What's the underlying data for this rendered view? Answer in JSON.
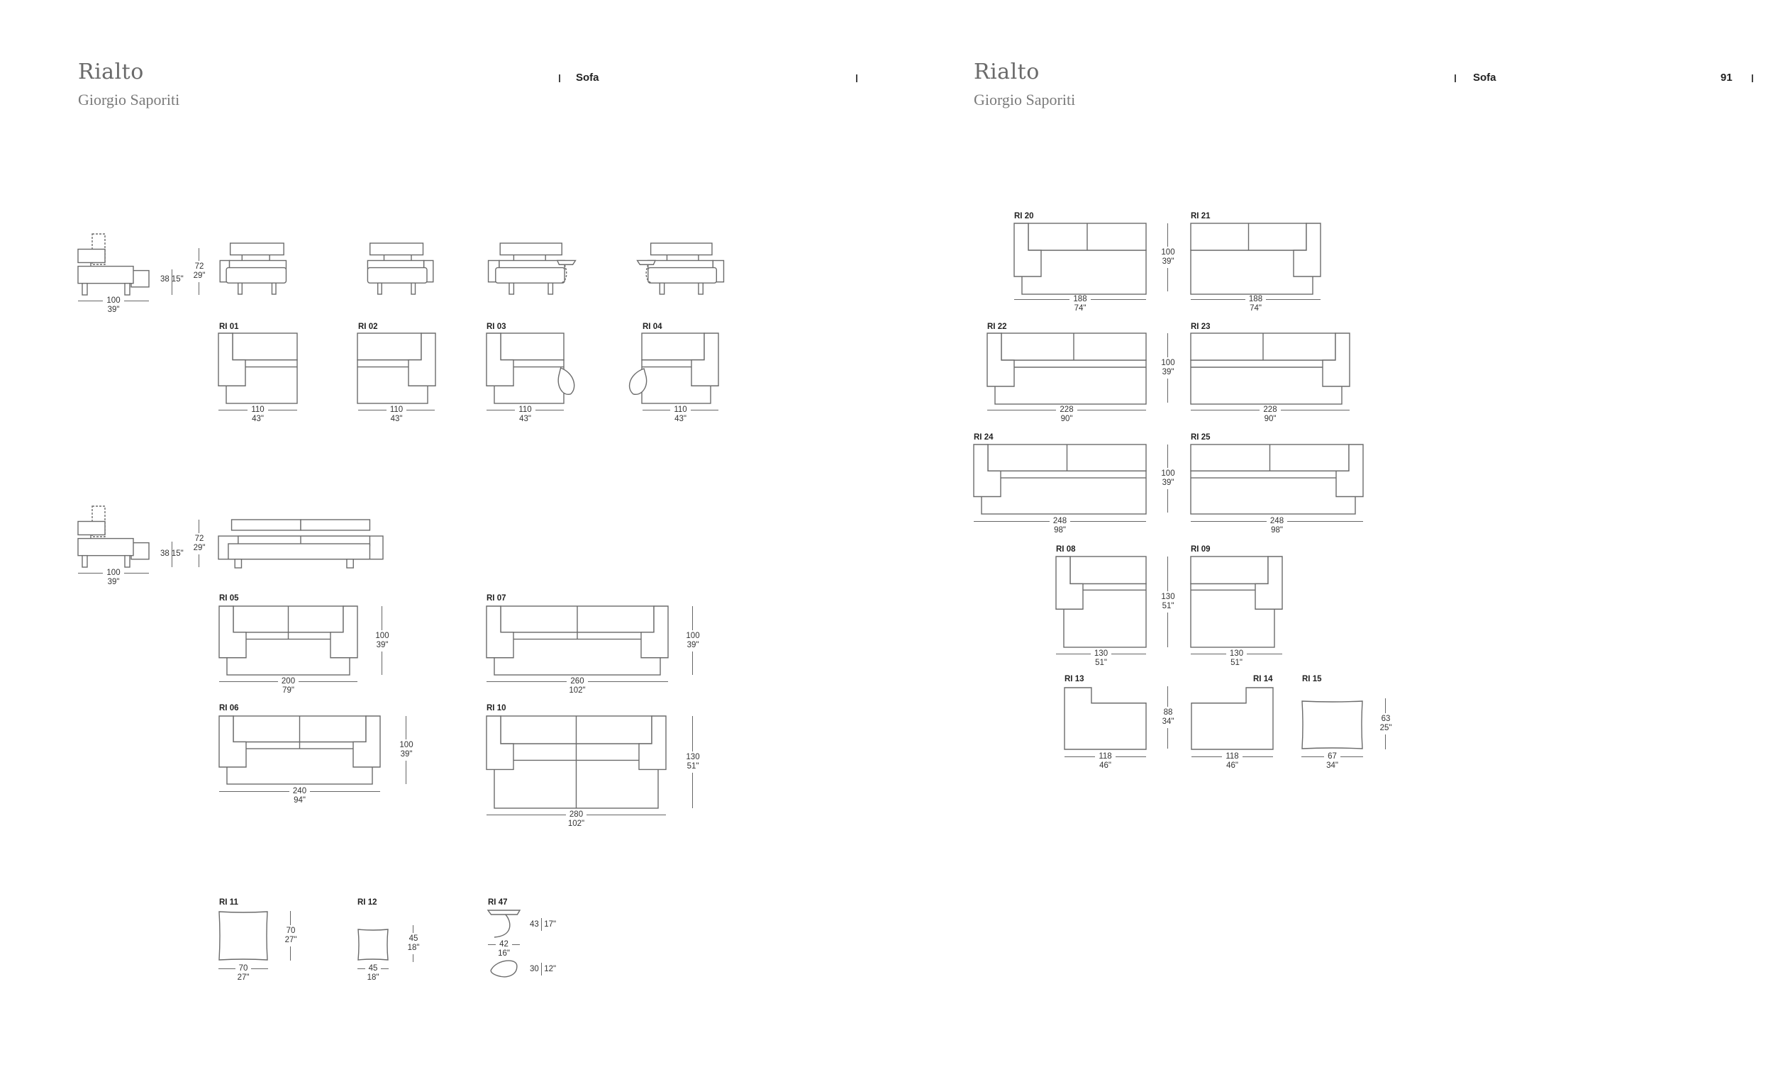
{
  "header": {
    "left": {
      "title": "Rialto",
      "designer": "Giorgio Saporiti",
      "section": "Sofa"
    },
    "right": {
      "title": "Rialto",
      "designer": "Giorgio Saporiti",
      "section": "Sofa",
      "page_number": "91"
    }
  },
  "side_views": [
    {
      "depth_cm": "100",
      "depth_in": "39\"",
      "seat_height_cm": "38",
      "seat_height_in": "15\"",
      "height_cm": "72",
      "height_in": "29\""
    },
    {
      "depth_cm": "100",
      "depth_in": "39\"",
      "seat_height_cm": "38",
      "seat_height_in": "15\"",
      "height_cm": "72",
      "height_in": "29\""
    }
  ],
  "models": {
    "ri01": {
      "code": "RI 01",
      "width_cm": "110",
      "width_in": "43\""
    },
    "ri02": {
      "code": "RI 02",
      "width_cm": "110",
      "width_in": "43\""
    },
    "ri03": {
      "code": "RI 03",
      "width_cm": "110",
      "width_in": "43\""
    },
    "ri04": {
      "code": "RI 04",
      "width_cm": "110",
      "width_in": "43\""
    },
    "ri05": {
      "code": "RI 05",
      "width_cm": "200",
      "width_in": "79\"",
      "depth_cm": "100",
      "depth_in": "39\""
    },
    "ri07": {
      "code": "RI 07",
      "width_cm": "260",
      "width_in": "102\"",
      "depth_cm": "100",
      "depth_in": "39\""
    },
    "ri06": {
      "code": "RI 06",
      "width_cm": "240",
      "width_in": "94\"",
      "depth_cm": "100",
      "depth_in": "39\""
    },
    "ri10": {
      "code": "RI 10",
      "width_cm": "280",
      "width_in": "102\"",
      "depth_cm": "130",
      "depth_in": "51\""
    },
    "ri11": {
      "code": "RI 11",
      "width_cm": "70",
      "width_in": "27\"",
      "depth_cm": "70",
      "depth_in": "27\""
    },
    "ri12": {
      "code": "RI 12",
      "width_cm": "45",
      "width_in": "18\"",
      "depth_cm": "45",
      "depth_in": "18\""
    },
    "ri47": {
      "code": "RI 47",
      "height_cm": "43",
      "height_in": "17\"",
      "width_cm": "42",
      "width_in": "16\"",
      "depth_cm": "30",
      "depth_in": "12\""
    },
    "ri20": {
      "code": "RI 20",
      "width_cm": "188",
      "width_in": "74\"",
      "depth_cm": "100",
      "depth_in": "39\""
    },
    "ri21": {
      "code": "RI 21",
      "width_cm": "188",
      "width_in": "74\""
    },
    "ri22": {
      "code": "RI 22",
      "width_cm": "228",
      "width_in": "90\"",
      "depth_cm": "100",
      "depth_in": "39\""
    },
    "ri23": {
      "code": "RI 23",
      "width_cm": "228",
      "width_in": "90\""
    },
    "ri24": {
      "code": "RI 24",
      "width_cm": "248",
      "width_in": "98\"",
      "depth_cm": "100",
      "depth_in": "39\""
    },
    "ri25": {
      "code": "RI 25",
      "width_cm": "248",
      "width_in": "98\""
    },
    "ri08": {
      "code": "RI 08",
      "width_cm": "130",
      "width_in": "51\"",
      "depth_cm": "130",
      "depth_in": "51\""
    },
    "ri09": {
      "code": "RI 09",
      "width_cm": "130",
      "width_in": "51\""
    },
    "ri13": {
      "code": "RI 13",
      "width_cm": "118",
      "width_in": "46\"",
      "depth_cm": "88",
      "depth_in": "34\""
    },
    "ri14": {
      "code": "RI 14",
      "width_cm": "118",
      "width_in": "46\""
    },
    "ri15": {
      "code": "RI 15",
      "width_cm": "67",
      "width_in": "34\"",
      "depth_cm": "63",
      "depth_in": "25\""
    }
  }
}
